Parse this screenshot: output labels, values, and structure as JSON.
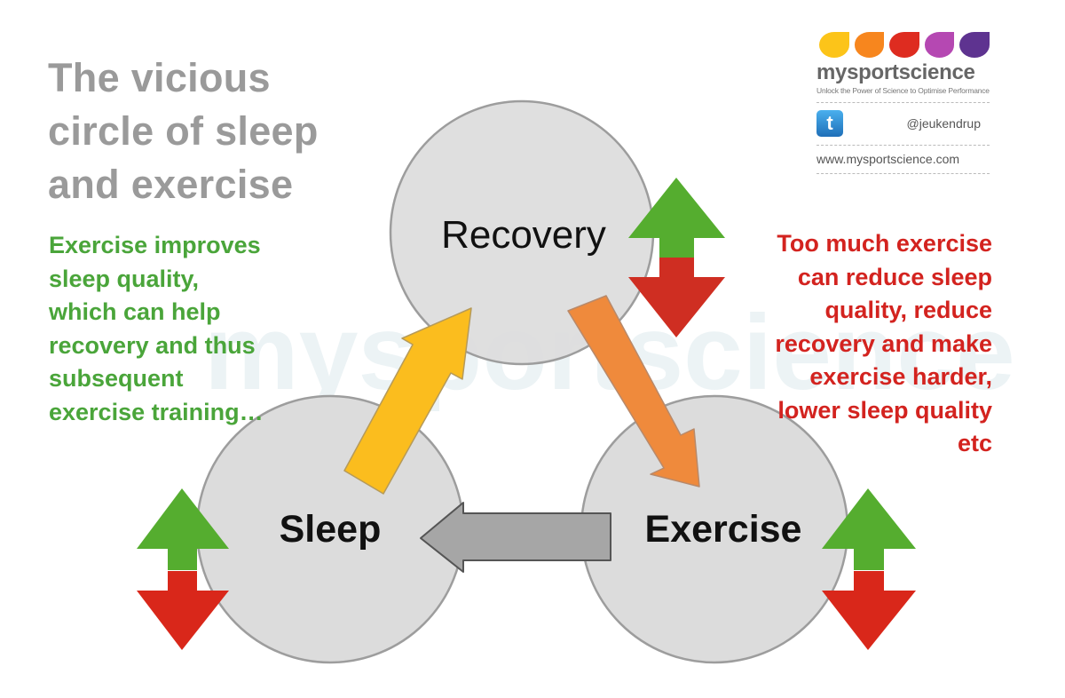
{
  "title": {
    "lines": [
      "The vicious",
      "circle of sleep",
      "and exercise"
    ]
  },
  "positive_note": {
    "color": "#4aa53a",
    "lines": [
      "Exercise improves",
      "sleep quality,",
      "which can help",
      "recovery and thus",
      "subsequent",
      "exercise training…"
    ]
  },
  "negative_note": {
    "color": "#d3231f",
    "lines": [
      "Too much exercise",
      "can reduce sleep",
      "quality, reduce",
      "recovery and make",
      "exercise harder,",
      "lower sleep quality",
      "etc"
    ]
  },
  "nodes": {
    "recovery": "Recovery",
    "sleep": "Sleep",
    "exercise": "Exercise"
  },
  "arrows": {
    "sleep_to_recovery": {
      "color": "#fbbd1e",
      "icon": "arrow-up-right"
    },
    "recovery_to_exercise": {
      "color": "#ef8a3c",
      "icon": "arrow-down-right"
    },
    "exercise_to_sleep": {
      "color": "#a6a6a6",
      "icon": "arrow-left"
    }
  },
  "indicators": {
    "up_color": "#55ad2f",
    "down_color": "#d9271a",
    "icon": "up-down-arrow"
  },
  "brand": {
    "drop_colors": [
      "#fcc419",
      "#f7861e",
      "#de2c20",
      "#b548b2",
      "#5e3390"
    ],
    "name": "mysportscience",
    "tagline": "Unlock the Power of Science to Optimise Performance",
    "twitter_icon": "twitter-icon",
    "twitter_glyph": "t",
    "handle": "@jeukendrup",
    "website": "www.mysportscience.com"
  },
  "watermark": "mysportscience"
}
